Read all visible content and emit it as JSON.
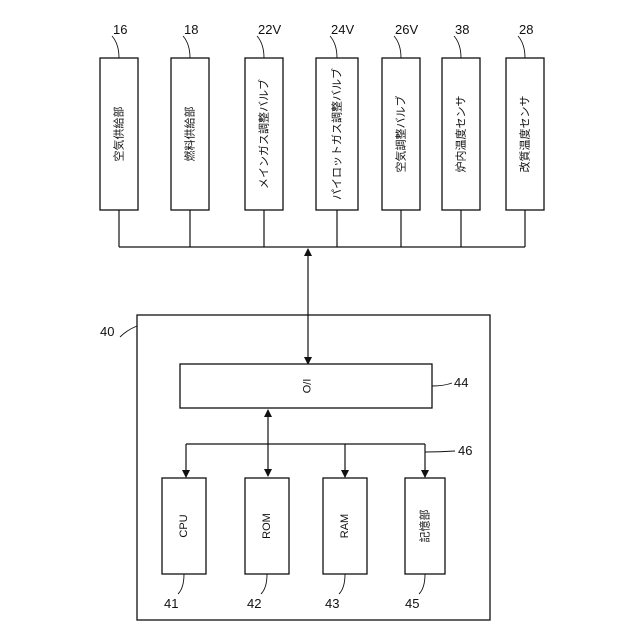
{
  "devices": [
    {
      "ref": "16",
      "label": "空気供給部"
    },
    {
      "ref": "18",
      "label": "燃料供給部"
    },
    {
      "ref": "22V",
      "label": "メインガス調整バルブ"
    },
    {
      "ref": "24V",
      "label": "パイロットガス調整バルブ"
    },
    {
      "ref": "26V",
      "label": "空気調整バルブ"
    },
    {
      "ref": "38",
      "label": "炉内温度センサ"
    },
    {
      "ref": "28",
      "label": "改質温度センサ"
    }
  ],
  "controller": {
    "ref": "40",
    "io": {
      "ref": "44",
      "label": "I/O"
    },
    "bus_ref": "46",
    "components": [
      {
        "ref": "41",
        "label": "CPU"
      },
      {
        "ref": "42",
        "label": "ROM"
      },
      {
        "ref": "43",
        "label": "RAM"
      },
      {
        "ref": "45",
        "label": "記憶部"
      }
    ]
  }
}
